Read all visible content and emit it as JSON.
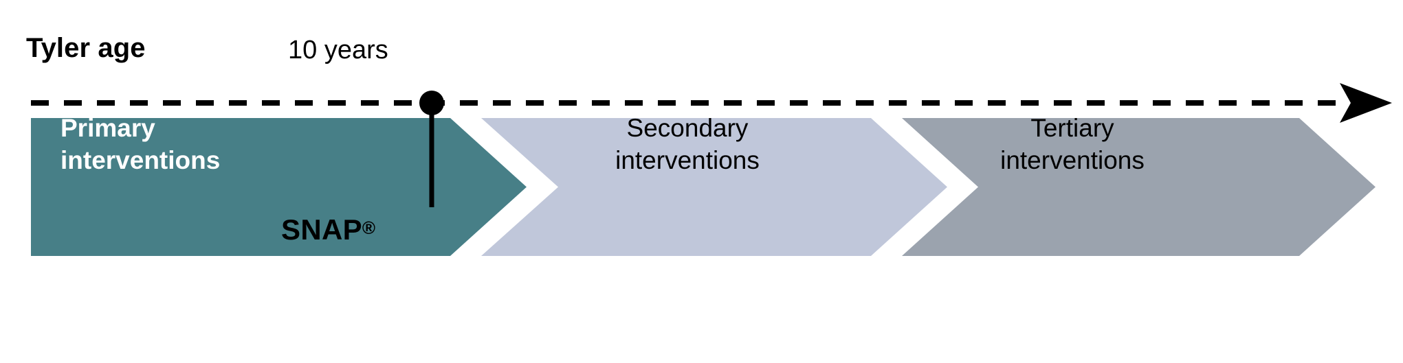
{
  "diagram": {
    "title_label": "Tyler age",
    "axis": {
      "name": "timeline-axis",
      "style": "dashed",
      "direction": "left-to-right",
      "arrowhead": true,
      "color": "#000000"
    },
    "marker": {
      "label": "10 years",
      "annotation": "SNAP",
      "annotation_superscript": "®",
      "dot_color": "#000000"
    },
    "stages": [
      {
        "name": "primary",
        "line1": "Primary",
        "line2": "interventions",
        "color": "#477F87",
        "text_color": "#ffffff",
        "bold": true
      },
      {
        "name": "secondary",
        "line1": "Secondary",
        "line2": "interventions",
        "color": "#C0C7DA",
        "text_color": "#000000",
        "bold": false
      },
      {
        "name": "tertiary",
        "line1": "Tertiary",
        "line2": "interventions",
        "color": "#9BA3AE",
        "text_color": "#000000",
        "bold": false
      }
    ]
  },
  "chart_data": {
    "type": "diagram",
    "subtype": "chevron-process-timeline",
    "title": "Tyler age",
    "axis_label": "Tyler age",
    "categories": [
      "Primary interventions",
      "Secondary interventions",
      "Tertiary interventions"
    ],
    "annotations": [
      {
        "x_label": "10 years",
        "text": "SNAP®",
        "position": "10 years"
      }
    ],
    "colors": [
      "#477F87",
      "#C0C7DA",
      "#9BA3AE"
    ],
    "grid": false,
    "legend": "none"
  }
}
